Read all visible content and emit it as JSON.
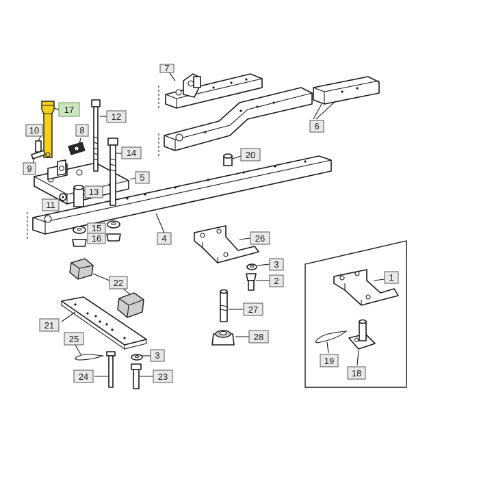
{
  "diagram": {
    "highlight_color": "#f3d21b",
    "highlight_label_color": "#cde7c1",
    "callouts": [
      {
        "id": "c1",
        "text": "1"
      },
      {
        "id": "c2",
        "text": "2"
      },
      {
        "id": "c3a",
        "text": "3"
      },
      {
        "id": "c3b",
        "text": "3"
      },
      {
        "id": "c4",
        "text": "4"
      },
      {
        "id": "c5",
        "text": "5"
      },
      {
        "id": "c6",
        "text": "6"
      },
      {
        "id": "c7",
        "text": "7"
      },
      {
        "id": "c8",
        "text": "8"
      },
      {
        "id": "c9",
        "text": "9"
      },
      {
        "id": "c10",
        "text": "10"
      },
      {
        "id": "c11",
        "text": "11"
      },
      {
        "id": "c12",
        "text": "12"
      },
      {
        "id": "c13",
        "text": "13"
      },
      {
        "id": "c14",
        "text": "14"
      },
      {
        "id": "c15",
        "text": "15"
      },
      {
        "id": "c16",
        "text": "16"
      },
      {
        "id": "c17",
        "text": "17",
        "highlighted": true
      },
      {
        "id": "c18",
        "text": "18"
      },
      {
        "id": "c19",
        "text": "19"
      },
      {
        "id": "c20",
        "text": "20"
      },
      {
        "id": "c21",
        "text": "21"
      },
      {
        "id": "c22",
        "text": "22"
      },
      {
        "id": "c23",
        "text": "23"
      },
      {
        "id": "c24",
        "text": "24"
      },
      {
        "id": "c25",
        "text": "25"
      },
      {
        "id": "c26",
        "text": "26"
      },
      {
        "id": "c27",
        "text": "27"
      },
      {
        "id": "c28",
        "text": "28"
      }
    ]
  }
}
